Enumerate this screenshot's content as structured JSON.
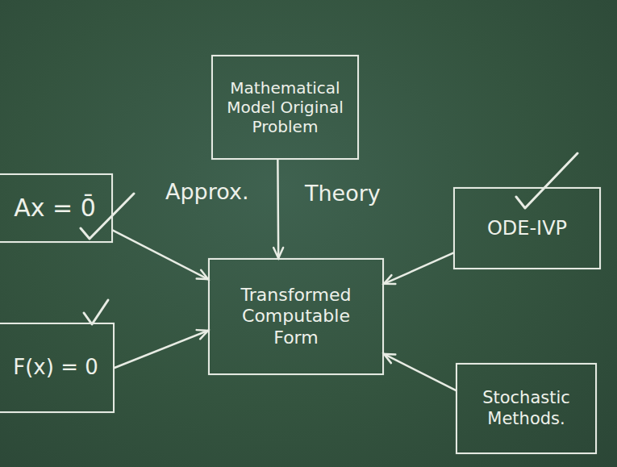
{
  "diagram": {
    "nodes": [
      {
        "text": [
          "Mathematical Model Original Problem"
        ]
      },
      {
        "text": [
          "Ax = 0̄"
        ]
      },
      {
        "text": [
          "ODE-IVP"
        ]
      },
      {
        "text": [
          "Transformed Computable Form"
        ]
      },
      {
        "text": [
          "F(x) = 0"
        ]
      },
      {
        "text": [
          "Stochastic Methods."
        ]
      }
    ],
    "edges": [
      {
        "from": 0,
        "to": 3,
        "arrow": "to"
      },
      {
        "from": 1,
        "to": 3,
        "arrow": "to"
      },
      {
        "from": 2,
        "to": 3,
        "arrow": "to"
      },
      {
        "from": 4,
        "to": 3,
        "arrow": "to"
      },
      {
        "from": 5,
        "to": 3,
        "arrow": "to"
      }
    ],
    "labels": [
      "Approx.",
      "Theory"
    ]
  }
}
